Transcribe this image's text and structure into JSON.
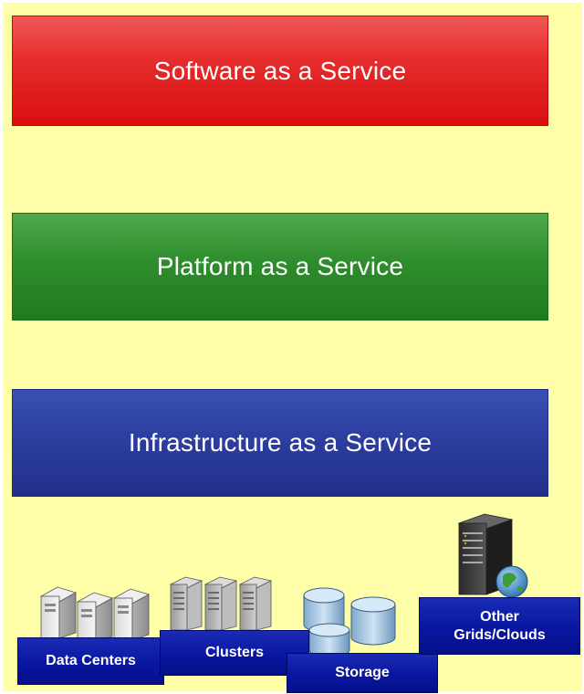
{
  "layers": {
    "saas": {
      "label": "Software as a Service",
      "color": "#e52c2c"
    },
    "paas": {
      "label": "Platform as a Service",
      "color": "#2e8d2c"
    },
    "iaas": {
      "label": "Infrastructure as a Service",
      "color": "#2c3e9f"
    }
  },
  "resources": {
    "data_centers": {
      "label": "Data Centers",
      "icon": "server-towers-icon"
    },
    "clusters": {
      "label": "Clusters",
      "icon": "server-rack-icon"
    },
    "storage": {
      "label": "Storage",
      "icon": "database-cylinders-icon"
    },
    "other": {
      "label_line1": "Other",
      "label_line2": "Grids/Clouds",
      "icon": "server-globe-icon"
    }
  },
  "colors": {
    "background": "#ffffaa",
    "resource_label_bg": "#0a16a0"
  }
}
